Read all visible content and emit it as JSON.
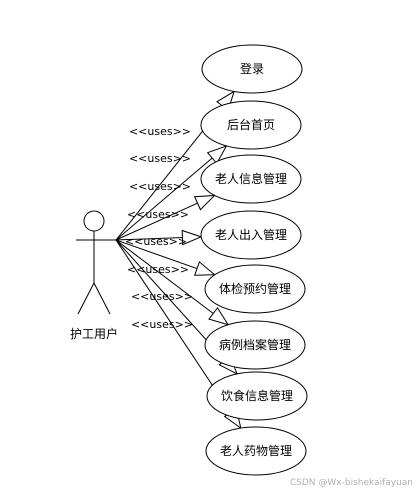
{
  "actor": {
    "name": "护工用户"
  },
  "relation_label": "<<uses>>",
  "use_cases": [
    {
      "label": "登录"
    },
    {
      "label": "后台首页"
    },
    {
      "label": "老人信息管理"
    },
    {
      "label": "老人出入管理"
    },
    {
      "label": "体检预约管理"
    },
    {
      "label": "病例档案管理"
    },
    {
      "label": "饮食信息管理"
    },
    {
      "label": "老人药物管理"
    }
  ],
  "watermark": "CSDN @Wx-bishekaifayuan"
}
